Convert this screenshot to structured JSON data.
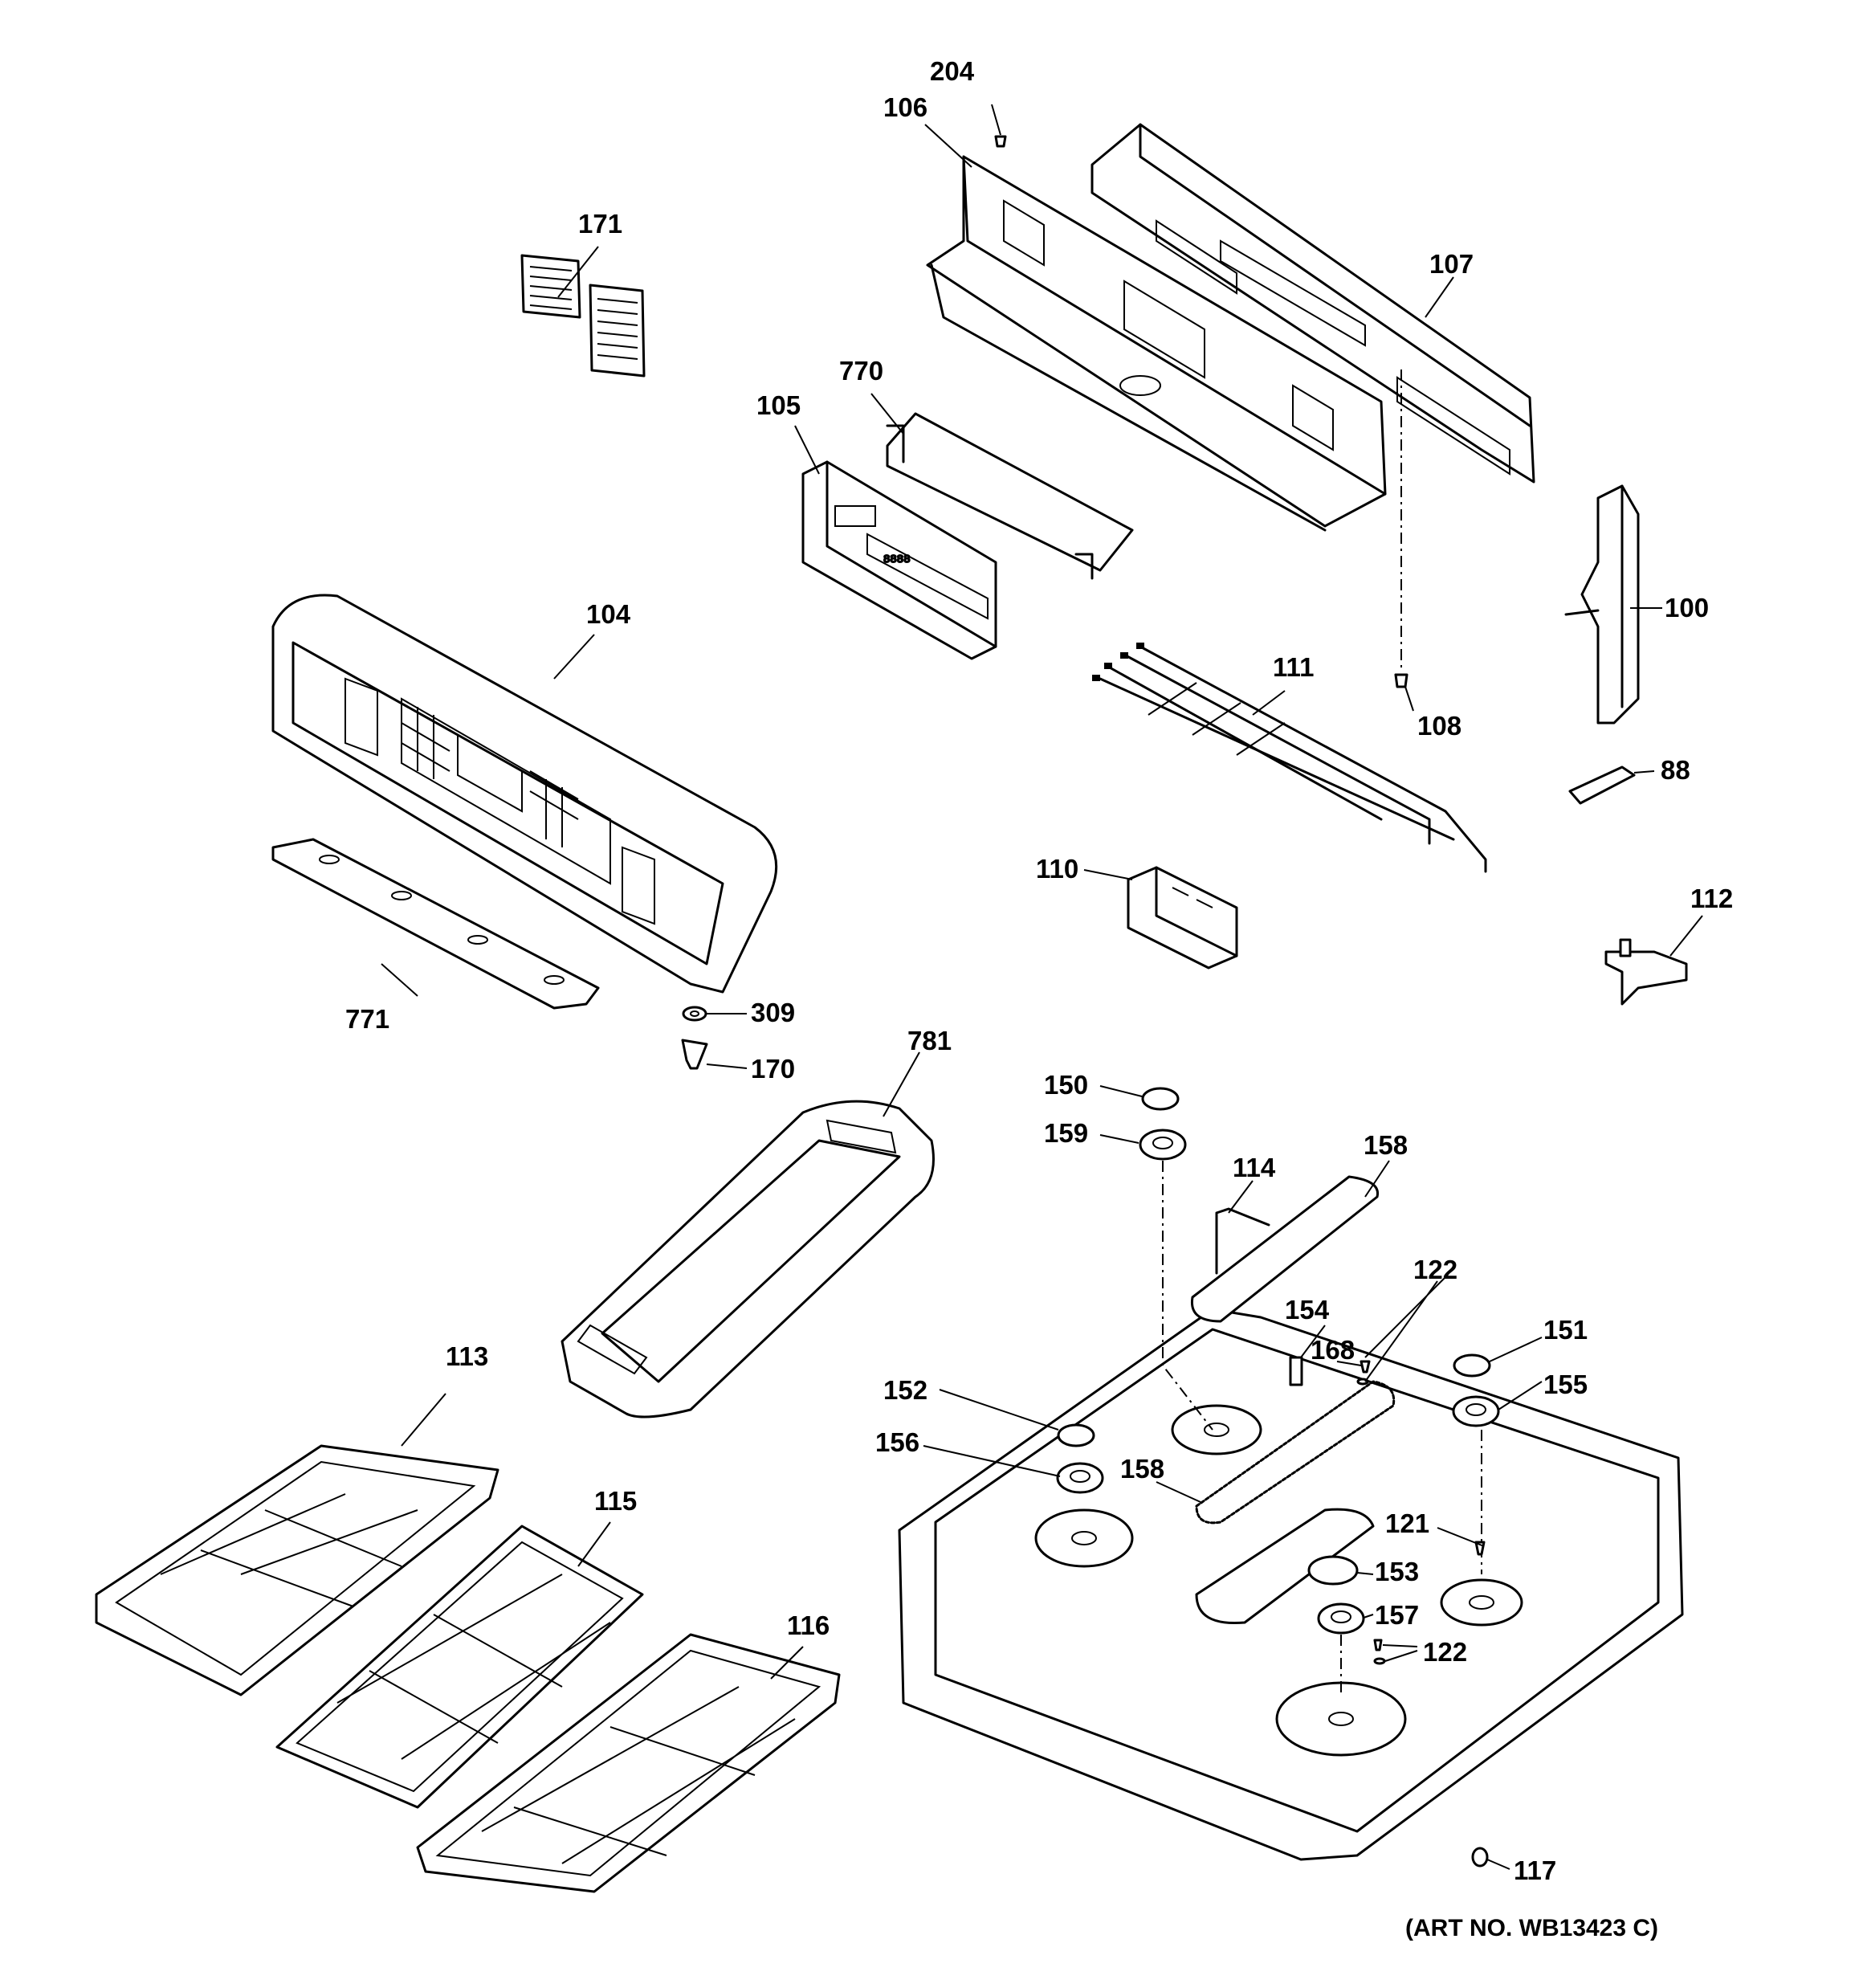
{
  "diagram": {
    "art_no": "(ART NO. WB13423 C)",
    "callouts": {
      "c204": "204",
      "c106": "106",
      "c107": "107",
      "c171": "171",
      "c770": "770",
      "c105": "105",
      "c104": "104",
      "c100": "100",
      "c111": "111",
      "c108": "108",
      "c88": "88",
      "c110": "110",
      "c112": "112",
      "c771": "771",
      "c309": "309",
      "c170": "170",
      "c781": "781",
      "c150": "150",
      "c159": "159",
      "c114": "114",
      "c158a": "158",
      "c122a": "122",
      "c154": "154",
      "c168": "168",
      "c151": "151",
      "c155": "155",
      "c152": "152",
      "c156": "156",
      "c158b": "158",
      "c113": "113",
      "c121": "121",
      "c115": "115",
      "c153": "153",
      "c157": "157",
      "c122b": "122",
      "c116": "116",
      "c117": "117"
    }
  }
}
